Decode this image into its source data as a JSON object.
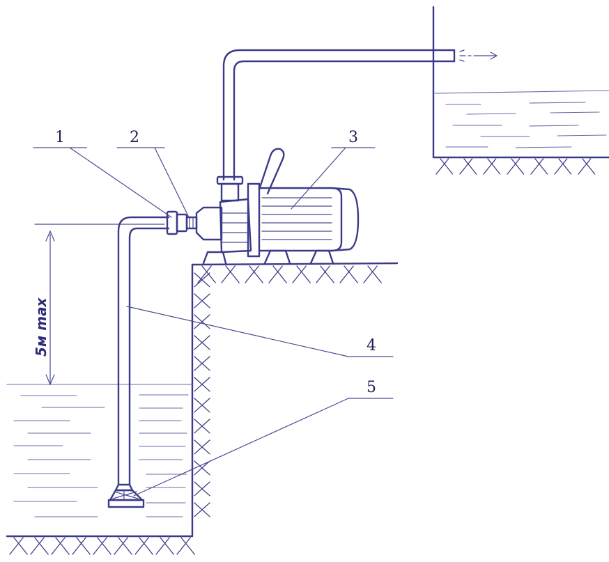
{
  "callouts": [
    {
      "id": "1",
      "text": "1"
    },
    {
      "id": "2",
      "text": "2"
    },
    {
      "id": "3",
      "text": "3"
    },
    {
      "id": "4",
      "text": "4"
    },
    {
      "id": "5",
      "text": "5"
    }
  ],
  "dimension": {
    "text": "5м max"
  },
  "colors": {
    "ink": "#3a3a8a",
    "background": "#ffffff"
  }
}
